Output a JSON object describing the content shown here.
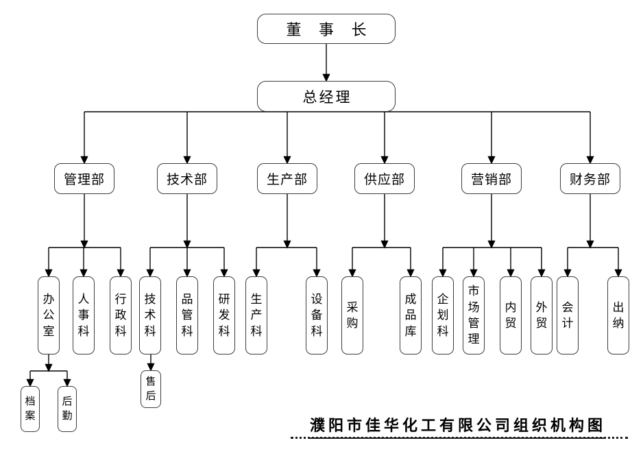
{
  "title": {
    "text": "濮阳市佳华化工有限公司组织机构图"
  },
  "colors": {
    "line": "#000000",
    "box_border": "#3c3c3c",
    "background": "#ffffff",
    "text": "#000000"
  },
  "nodes": {
    "chairman": "董 事 长",
    "general_manager": "总经理",
    "departments": [
      "管理部",
      "技术部",
      "生产部",
      "供应部",
      "营销部",
      "财务部"
    ],
    "sections": {
      "management": [
        "办公室",
        "人事科",
        "行政科"
      ],
      "technology": [
        "技术科",
        "品管科",
        "研发科"
      ],
      "production": [
        "生产科",
        "设备科"
      ],
      "supply": [
        "采购",
        "成品库"
      ],
      "marketing": [
        "企划科",
        "市场管理",
        "内贸",
        "外贸"
      ],
      "finance": [
        "会计",
        "出纳"
      ]
    },
    "office_children": [
      "档案",
      "后勤"
    ],
    "tech_section_children": [
      "售后"
    ]
  }
}
